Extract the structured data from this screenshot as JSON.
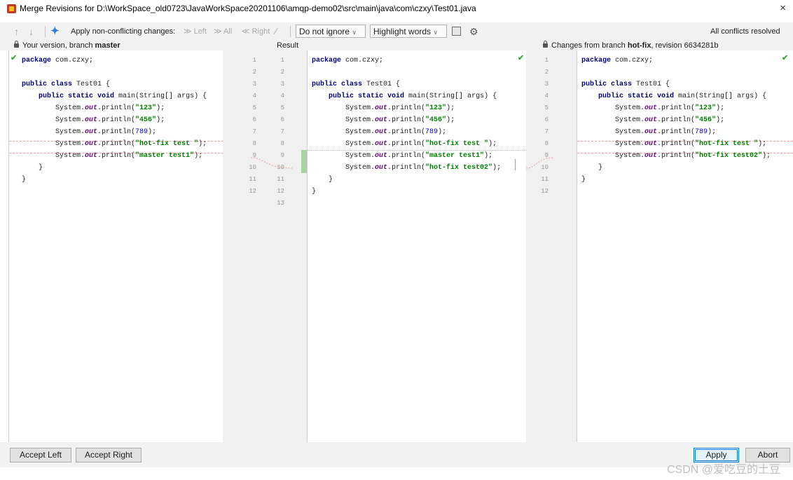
{
  "window": {
    "title": "Merge Revisions for D:\\WorkSpace_old0723\\JavaWorkSpace20201106\\amqp-demo02\\src\\main\\java\\com\\czxy\\Test01.java",
    "close": "×"
  },
  "toolbar": {
    "up": "↑",
    "down": "↓",
    "apply_nonconflicting": "Apply non-conflicting changes:",
    "left": "≫ Left",
    "all": "≫ All",
    "right": "≪ Right",
    "ignore": "Do not ignore",
    "highlight": "Highlight words",
    "status": "All conflicts resolved"
  },
  "headers": {
    "left_prefix": "Your version, branch ",
    "left_branch": "master",
    "center": "Result",
    "right_prefix": "Changes from branch ",
    "right_branch": "hot-fix",
    "right_suffix": ", revision 6634281b"
  },
  "left_lines": [
    [
      [
        "kw",
        "package"
      ],
      [
        "t",
        " com.czxy;"
      ]
    ],
    [],
    [
      [
        "kw",
        "public class"
      ],
      [
        "t",
        " Test01 {"
      ]
    ],
    [
      [
        "t",
        "    "
      ],
      [
        "kw",
        "public static void"
      ],
      [
        "t",
        " main(String[] args) {"
      ]
    ],
    [
      [
        "t",
        "        System."
      ],
      [
        "fld",
        "out"
      ],
      [
        "t",
        ".println("
      ],
      [
        "str",
        "\"123\""
      ],
      [
        "t",
        ");"
      ]
    ],
    [
      [
        "t",
        "        System."
      ],
      [
        "fld",
        "out"
      ],
      [
        "t",
        ".println("
      ],
      [
        "str",
        "\"456\""
      ],
      [
        "t",
        ");"
      ]
    ],
    [
      [
        "t",
        "        System."
      ],
      [
        "fld",
        "out"
      ],
      [
        "t",
        ".println("
      ],
      [
        "num",
        "789"
      ],
      [
        "t",
        ");"
      ]
    ],
    [
      [
        "t",
        "        System."
      ],
      [
        "fld",
        "out"
      ],
      [
        "t",
        ".println("
      ],
      [
        "str",
        "\"hot-fix test \""
      ],
      [
        "t",
        ");"
      ]
    ],
    [
      [
        "t",
        "        System."
      ],
      [
        "fld",
        "out"
      ],
      [
        "t",
        ".println("
      ],
      [
        "str",
        "\"master test1\""
      ],
      [
        "t",
        ");"
      ]
    ],
    [
      [
        "t",
        "    }"
      ]
    ],
    [
      [
        "t",
        "}"
      ]
    ]
  ],
  "center_lines": [
    [
      [
        "kw",
        "package"
      ],
      [
        "t",
        " com.czxy;"
      ]
    ],
    [],
    [
      [
        "kw",
        "public class"
      ],
      [
        "t",
        " Test01 {"
      ]
    ],
    [
      [
        "t",
        "    "
      ],
      [
        "kw",
        "public static void"
      ],
      [
        "t",
        " main(String[] args) {"
      ]
    ],
    [
      [
        "t",
        "        System."
      ],
      [
        "fld",
        "out"
      ],
      [
        "t",
        ".println("
      ],
      [
        "str",
        "\"123\""
      ],
      [
        "t",
        ");"
      ]
    ],
    [
      [
        "t",
        "        System."
      ],
      [
        "fld",
        "out"
      ],
      [
        "t",
        ".println("
      ],
      [
        "str",
        "\"456\""
      ],
      [
        "t",
        ");"
      ]
    ],
    [
      [
        "t",
        "        System."
      ],
      [
        "fld",
        "out"
      ],
      [
        "t",
        ".println("
      ],
      [
        "num",
        "789"
      ],
      [
        "t",
        ");"
      ]
    ],
    [
      [
        "t",
        "        System."
      ],
      [
        "fld",
        "out"
      ],
      [
        "t",
        ".println("
      ],
      [
        "str",
        "\"hot-fix test \""
      ],
      [
        "t",
        ");"
      ]
    ],
    [
      [
        "t",
        "        System."
      ],
      [
        "fld",
        "out"
      ],
      [
        "t",
        ".println("
      ],
      [
        "str",
        "\"master test1\""
      ],
      [
        "t",
        ");"
      ]
    ],
    [
      [
        "t",
        "        System."
      ],
      [
        "fld",
        "out"
      ],
      [
        "t",
        ".println("
      ],
      [
        "str",
        "\"hot-fix test02\""
      ],
      [
        "t",
        ");"
      ]
    ],
    [
      [
        "t",
        "    }"
      ]
    ],
    [
      [
        "t",
        "}"
      ]
    ]
  ],
  "right_lines": [
    [
      [
        "kw",
        "package"
      ],
      [
        "t",
        " com.czxy;"
      ]
    ],
    [],
    [
      [
        "kw",
        "public class"
      ],
      [
        "t",
        " Test01 {"
      ]
    ],
    [
      [
        "t",
        "    "
      ],
      [
        "kw",
        "public static void"
      ],
      [
        "t",
        " main(String[] args) {"
      ]
    ],
    [
      [
        "t",
        "        System."
      ],
      [
        "fld",
        "out"
      ],
      [
        "t",
        ".println("
      ],
      [
        "str",
        "\"123\""
      ],
      [
        "t",
        ");"
      ]
    ],
    [
      [
        "t",
        "        System."
      ],
      [
        "fld",
        "out"
      ],
      [
        "t",
        ".println("
      ],
      [
        "str",
        "\"456\""
      ],
      [
        "t",
        ");"
      ]
    ],
    [
      [
        "t",
        "        System."
      ],
      [
        "fld",
        "out"
      ],
      [
        "t",
        ".println("
      ],
      [
        "num",
        "789"
      ],
      [
        "t",
        ");"
      ]
    ],
    [
      [
        "t",
        "        System."
      ],
      [
        "fld",
        "out"
      ],
      [
        "t",
        ".println("
      ],
      [
        "str",
        "\"hot-fix test \""
      ],
      [
        "t",
        ");"
      ]
    ],
    [
      [
        "t",
        "        System."
      ],
      [
        "fld",
        "out"
      ],
      [
        "t",
        ".println("
      ],
      [
        "str",
        "\"hot-fix test02\""
      ],
      [
        "t",
        ");"
      ]
    ],
    [
      [
        "t",
        "    }"
      ]
    ],
    [
      [
        "t",
        "}"
      ]
    ]
  ],
  "gutter_left_nums": [
    "1",
    "2",
    "3",
    "4",
    "5",
    "6",
    "7",
    "8",
    "9",
    "10",
    "11",
    "12"
  ],
  "gutter_center_nums": [
    "1",
    "2",
    "3",
    "4",
    "5",
    "6",
    "7",
    "8",
    "9",
    "10",
    "11",
    "12",
    "13"
  ],
  "gutter_right_nums": [
    "1",
    "2",
    "3",
    "4",
    "5",
    "6",
    "7",
    "8",
    "9",
    "10",
    "11",
    "12"
  ],
  "footer": {
    "accept_left": "Accept Left",
    "accept_right": "Accept Right",
    "apply": "Apply",
    "abort": "Abort"
  },
  "watermark": "CSDN @爱吃豆的土豆",
  "colors": {
    "keyword": "#000080",
    "string": "#008000",
    "number": "#0000ff",
    "field": "#660e7a",
    "resolved_check": "#3aa83a",
    "change_bar": "#a9d3a3"
  }
}
